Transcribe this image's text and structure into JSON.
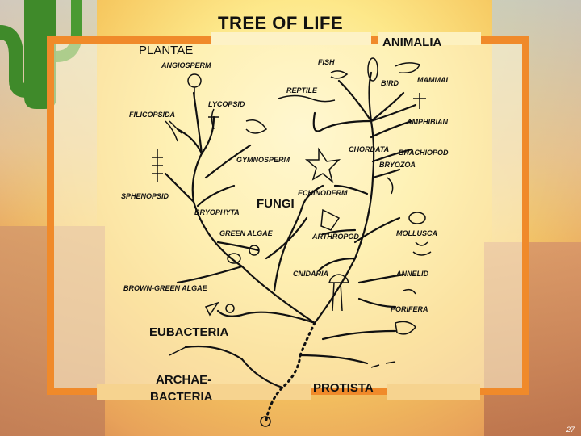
{
  "title": "TREE OF LIFE",
  "kingdoms": {
    "plantae": "PLANTAE",
    "animalia": "ANIMALIA",
    "fungi": "FUNGI",
    "eubacteria": "EUBACTERIA",
    "archaebacteria_line1": "ARCHAE-",
    "archaebacteria_line2": "BACTERIA",
    "protista": "PROTISTA"
  },
  "groups": {
    "angiosperm": "ANGIOSPERM",
    "filicopsida": "FILICOPSIDA",
    "lycopsid": "LYCOPSID",
    "gymnosperm": "GYMNOSPERM",
    "sphenopsid": "SPHENOPSID",
    "bryophyta": "BRYOPHYTA",
    "green_algae": "GREEN ALGAE",
    "brown_green_algae": "BROWN-GREEN ALGAE",
    "fish": "FISH",
    "reptile": "REPTILE",
    "bird": "BIRD",
    "mammal": "MAMMAL",
    "amphibian": "AMPHIBIAN",
    "chordata": "CHORDATA",
    "brachiopod": "BRACHIOPOD",
    "bryozoa": "BRYOZOA",
    "echinoderm": "ECHINODERM",
    "arthropod": "ARTHROPOD",
    "mollusca": "MOLLUSCA",
    "cnidaria": "CNIDARIA",
    "annelid": "ANNELID",
    "porifera": "PORIFERA"
  },
  "page_number": "27",
  "colors": {
    "frame": "#f08a2a",
    "branch": "#111111"
  }
}
